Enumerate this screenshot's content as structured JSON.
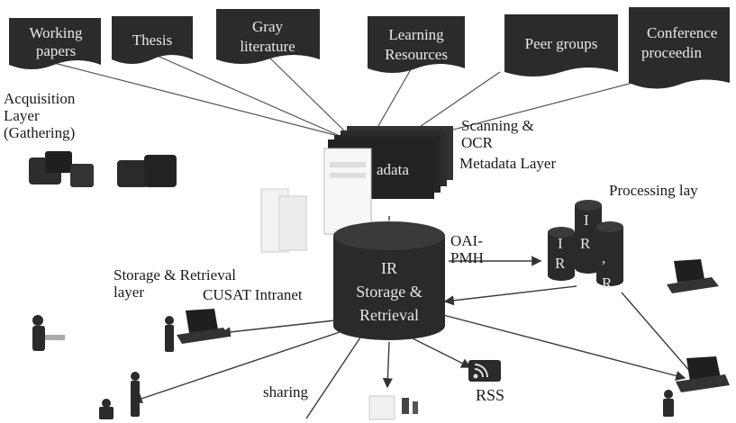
{
  "sources": [
    {
      "line1": "Working",
      "line2": "papers"
    },
    {
      "line1": "Thesis",
      "line2": ""
    },
    {
      "line1": "Gray",
      "line2": "literature"
    },
    {
      "line1": "Learning",
      "line2": "Resources"
    },
    {
      "line1": "Peer groups",
      "line2": ""
    },
    {
      "line1": "Conference",
      "line2": "proceedin"
    }
  ],
  "labels": {
    "acquisition": "Acquisition\nLayer\n(Gathering)",
    "scanning": "Scanning &\nOCR",
    "metadata_layer": "Metadata Layer",
    "metadata_stack": "adata",
    "processing": "Processing lay",
    "oai": "OAI-\nPMH",
    "storage_layer": "Storage & Retrieval\nlayer",
    "intranet": "CUSAT Intranet",
    "sharing": "sharing",
    "rss": "RSS"
  },
  "ir_db": {
    "line1": "IR",
    "line2": "Storage &",
    "line3": "Retrieval"
  },
  "ir_cylinders": [
    {
      "text": "I\nR"
    },
    {
      "text": "I\nR"
    },
    {
      "text": ","
    },
    {
      "text": "R"
    }
  ],
  "colors": {
    "dark": "#2a2a2a",
    "line": "#3a3a3a",
    "bg": "#ffffff"
  }
}
